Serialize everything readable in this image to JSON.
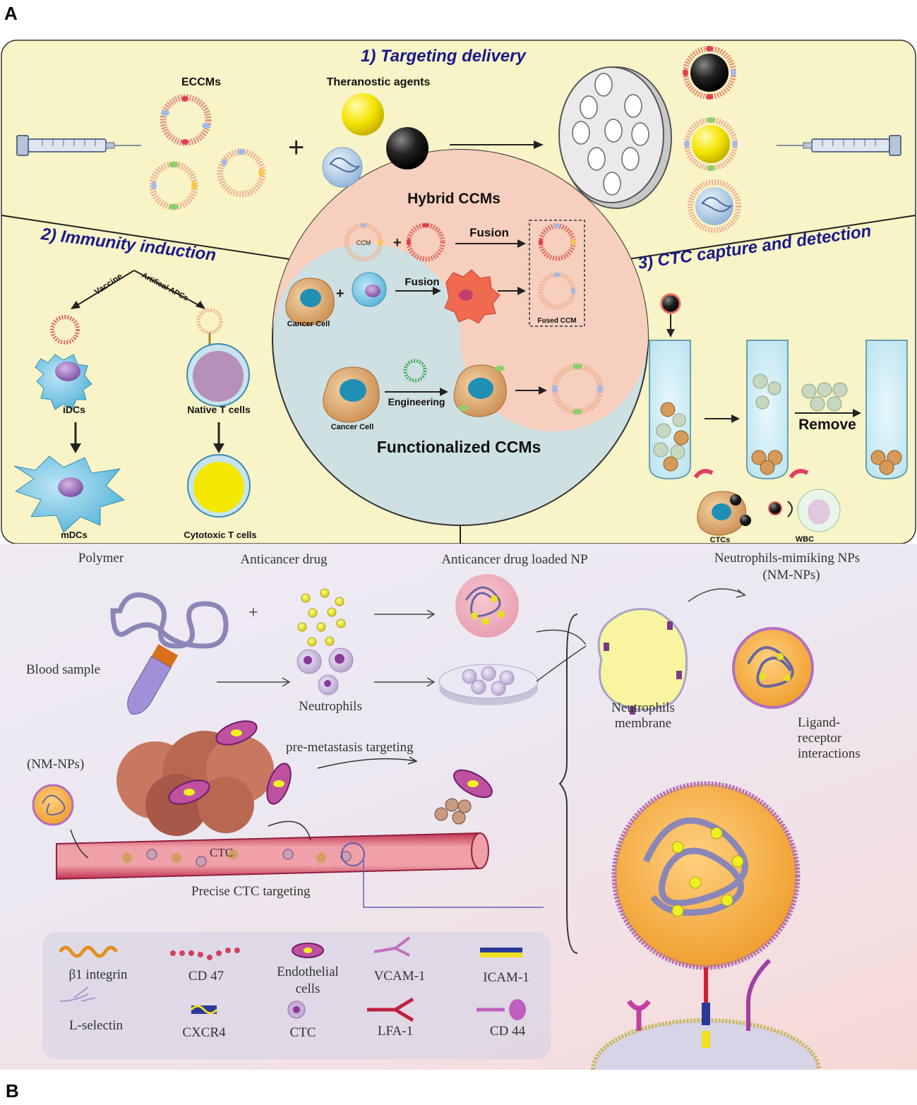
{
  "panels": {
    "a": "A",
    "b": "B"
  },
  "panel_a": {
    "sections": {
      "targeting": "1) Targeting delivery",
      "immunity": "2) Immunity induction",
      "ctc": "3) CTC capture and detection"
    },
    "labels": {
      "eccms": "ECCMs",
      "theranostic": "Theranostic agents",
      "hybrid": "Hybrid CCMs",
      "ccm": "CCM",
      "fusion1": "Fusion",
      "fusion2": "Fusion",
      "cancer_cell_1": "Cancer Cell",
      "fused_ccm": "Fused CCM",
      "engineering": "Engineering",
      "cancer_cell_2": "Cancer Cell",
      "functionalized": "Functionalized CCMs",
      "vaccine": "Vaccine",
      "artificial_apcs": "Artifical APCs",
      "idcs": "iDCs",
      "native_t": "Native T cells",
      "mdcs": "mDCs",
      "cytotoxic_t": "Cytotoxic T cells",
      "remove": "Remove",
      "ctcs": "CTCs",
      "wbc": "WBC"
    }
  },
  "panel_b": {
    "labels": {
      "polymer": "Polymer",
      "anticancer_drug": "Anticancer drug",
      "drug_loaded_np": "Anticancer drug loaded NP",
      "nm_nps_title_1": "Neutrophils-mimiking NPs",
      "nm_nps_title_2": "(NM-NPs)",
      "plus": "+",
      "blood_sample": "Blood sample",
      "neutrophils": "Neutrophils",
      "neutrophils_membrane_1": "Neutrophils",
      "neutrophils_membrane_2": "membrane",
      "nm_nps_left": "(NM-NPs)",
      "pre_metastasis": "pre-metastasis targeting",
      "ctc_vessel": "CTC",
      "precise_ctc": "Precise CTC targeting",
      "ligand_1": "Ligand-",
      "ligand_2": "receptor",
      "ligand_3": "interactions"
    },
    "legend": [
      {
        "label": "β1 integrin",
        "icon": "beta1-integrin-icon"
      },
      {
        "label": "CD 47",
        "icon": "cd47-icon"
      },
      {
        "label": "Endothelial cells",
        "icon": "endothelial-cell-icon"
      },
      {
        "label": "VCAM-1",
        "icon": "vcam1-icon"
      },
      {
        "label": "ICAM-1",
        "icon": "icam1-icon"
      },
      {
        "label": "L-selectin",
        "icon": "l-selectin-icon"
      },
      {
        "label": "CXCR4",
        "icon": "cxcr4-icon"
      },
      {
        "label": "CTC",
        "icon": "ctc-icon"
      },
      {
        "label": "LFA-1",
        "icon": "lfa1-icon"
      },
      {
        "label": "CD 44",
        "icon": "cd44-icon"
      }
    ]
  }
}
